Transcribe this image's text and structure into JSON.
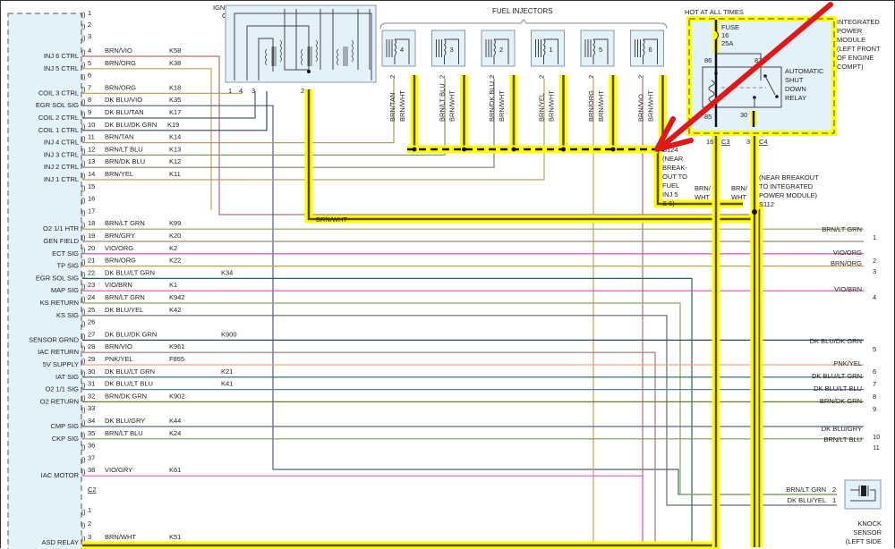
{
  "title": "Engine Control Wiring Diagram - PCM, Ignition Coil, Fuel Injectors, ASD Relay",
  "ignition_coil": {
    "label_line1": "IGNITION",
    "label_line2": "COIL",
    "pins": [
      "1",
      "4",
      "3",
      "2"
    ]
  },
  "fuel_injectors": {
    "label": "FUEL INJECTORS",
    "injectors": [
      {
        "number": "4",
        "pin2_wire": "BRN/TAN",
        "pin1_wire": "BRN/WHT"
      },
      {
        "number": "3",
        "pin2_wire": "BRN/LT BLU",
        "pin1_wire": "BRN/WHT"
      },
      {
        "number": "2",
        "pin2_wire": "BRN/DK BLU",
        "pin1_wire": "BRN/WHT"
      },
      {
        "number": "1",
        "pin2_wire": "BRN/YEL",
        "pin1_wire": "BRN/WHT"
      },
      {
        "number": "5",
        "pin2_wire": "BRN/ORG",
        "pin1_wire": "BRN/WHT"
      },
      {
        "number": "6",
        "pin2_wire": "BRN/VIO",
        "pin1_wire": "BRN/WHT"
      }
    ],
    "pin_label_2": "2",
    "pin_label_1": "1"
  },
  "power_module": {
    "hot_label": "HOT AT ALL TIMES",
    "fuse_lines": [
      "FUSE",
      "16",
      "25A"
    ],
    "module_lines": [
      "INTEGRATED",
      "POWER",
      "MODULE",
      "(LEFT FRONT",
      "OF ENGINE",
      "COMPT)"
    ],
    "relay_lines": [
      "AUTOMATIC",
      "SHUT",
      "DOWN",
      "RELAY"
    ],
    "pins": {
      "p86": "86",
      "p87": "87",
      "p85": "85",
      "p30": "30"
    },
    "connectors": {
      "c3_pin": "16",
      "c3": "C3",
      "c4_pin": "3",
      "c4": "C4"
    }
  },
  "splices": {
    "s124_lines": [
      "S124",
      "(NEAR",
      "BREAK-",
      "OUT TO",
      "FUEL",
      "INJ 5",
      "& 6)"
    ],
    "s112_lines": [
      "(NEAR BREAKOUT",
      "TO INTEGRATED",
      "POWER MODULE)",
      "S112"
    ],
    "brn_wht_a": [
      "BRN/",
      "WHT"
    ],
    "brn_wht_b": [
      "BRN/",
      "WHT"
    ],
    "harness_label": "BRN/WHT"
  },
  "pcm_pins": [
    {
      "pin": "1",
      "func": "",
      "wire": "",
      "circuit": ""
    },
    {
      "pin": "2",
      "func": "",
      "wire": "",
      "circuit": ""
    },
    {
      "pin": "3",
      "func": "",
      "wire": "",
      "circuit": ""
    },
    {
      "pin": "4",
      "func": "INJ 6 CTRL",
      "wire": "BRN/VIO",
      "circuit": "K58"
    },
    {
      "pin": "5",
      "func": "INJ 5 CTRL",
      "wire": "BRN/ORG",
      "circuit": "K38"
    },
    {
      "pin": "6",
      "func": "",
      "wire": "",
      "circuit": ""
    },
    {
      "pin": "7",
      "func": "COIL 3 CTRL",
      "wire": "BRN/ORG",
      "circuit": "K18"
    },
    {
      "pin": "8",
      "func": "EGR SOL SIG",
      "wire": "DK BLU/VIO",
      "circuit": "K35"
    },
    {
      "pin": "9",
      "func": "COIL 2 CTRL",
      "wire": "DK BLU/TAN",
      "circuit": "K17"
    },
    {
      "pin": "10",
      "func": "COIL 1 CTRL",
      "wire": "DK BLU/DK GRN",
      "circuit": "K19"
    },
    {
      "pin": "11",
      "func": "INJ 4 CTRL",
      "wire": "BRN/TAN",
      "circuit": "K14"
    },
    {
      "pin": "12",
      "func": "INJ 3 CTRL",
      "wire": "BRN/LT BLU",
      "circuit": "K13"
    },
    {
      "pin": "13",
      "func": "INJ 2 CTRL",
      "wire": "BRN/DK BLU",
      "circuit": "K12"
    },
    {
      "pin": "14",
      "func": "INJ 1 CTRL",
      "wire": "BRN/YEL",
      "circuit": "K11"
    },
    {
      "pin": "15",
      "func": "",
      "wire": "",
      "circuit": ""
    },
    {
      "pin": "16",
      "func": "",
      "wire": "",
      "circuit": ""
    },
    {
      "pin": "17",
      "func": "",
      "wire": "",
      "circuit": ""
    },
    {
      "pin": "18",
      "func": "O2 1/1 HTR",
      "wire": "BRN/LT GRN",
      "circuit": "K99"
    },
    {
      "pin": "19",
      "func": "GEN FIELD",
      "wire": "BRN/GRY",
      "circuit": "K20"
    },
    {
      "pin": "20",
      "func": "ECT SIG",
      "wire": "VIO/ORG",
      "circuit": "K2"
    },
    {
      "pin": "21",
      "func": "TP SIG",
      "wire": "BRN/ORG",
      "circuit": "K22"
    },
    {
      "pin": "22",
      "func": "EGR SOL SIG",
      "wire": "DK BLU/LT GRN",
      "circuit": "K34"
    },
    {
      "pin": "23",
      "func": "MAP SIG",
      "wire": "VIO/BRN",
      "circuit": "K1"
    },
    {
      "pin": "24",
      "func": "KS RETURN",
      "wire": "BRN/LT GRN",
      "circuit": "K942"
    },
    {
      "pin": "25",
      "func": "KS SIG",
      "wire": "DK BLU/YEL",
      "circuit": "K42"
    },
    {
      "pin": "26",
      "func": "",
      "wire": "",
      "circuit": ""
    },
    {
      "pin": "27",
      "func": "SENSOR GRND",
      "wire": "DK BLU/DK GRN",
      "circuit": "K900"
    },
    {
      "pin": "28",
      "func": "IAC RETURN",
      "wire": "BRN/VIO",
      "circuit": "K961"
    },
    {
      "pin": "29",
      "func": "5V SUPPLY",
      "wire": "PNK/YEL",
      "circuit": "F855"
    },
    {
      "pin": "30",
      "func": "IAT SIG",
      "wire": "DK BLU/LT GRN",
      "circuit": "K21"
    },
    {
      "pin": "31",
      "func": "O2 1/1 SIG",
      "wire": "DK BLU/LT BLU",
      "circuit": "K41"
    },
    {
      "pin": "32",
      "func": "O2 RETURN",
      "wire": "BRN/DK GRN",
      "circuit": "K902"
    },
    {
      "pin": "33",
      "func": "",
      "wire": "",
      "circuit": ""
    },
    {
      "pin": "34",
      "func": "CMP SIG",
      "wire": "DK BLU/GRY",
      "circuit": "K44"
    },
    {
      "pin": "35",
      "func": "CKP SIG",
      "wire": "BRN/LT BLU",
      "circuit": "K24"
    },
    {
      "pin": "36",
      "func": "",
      "wire": "",
      "circuit": ""
    },
    {
      "pin": "37",
      "func": "",
      "wire": "",
      "circuit": ""
    },
    {
      "pin": "38",
      "func": "IAC MOTOR",
      "wire": "VIO/GRY",
      "circuit": "K61"
    }
  ],
  "connector_c2": "C2",
  "pcm_c3_pins": [
    {
      "pin": "1",
      "func": "",
      "wire": "",
      "circuit": ""
    },
    {
      "pin": "2",
      "func": "",
      "wire": "",
      "circuit": ""
    },
    {
      "pin": "3",
      "func": "ASD RELAY",
      "wire": "BRN/WHT",
      "circuit": "K51"
    }
  ],
  "right_outputs": [
    {
      "wire": "BRN/LT GRN",
      "pin": "1"
    },
    {
      "wire": "VIO/ORG",
      "pin": "2"
    },
    {
      "wire": "BRN/ORG",
      "pin": "3"
    },
    {
      "wire": "VIO/BRN",
      "pin": "4"
    },
    {
      "wire": "DK BLU/DK GRN",
      "pin": "5"
    },
    {
      "wire": "PNK/YEL",
      "pin": "6"
    },
    {
      "wire": "DK BLU/LT GRN",
      "pin": "7"
    },
    {
      "wire": "DK BLU/LT BLU",
      "pin": "8"
    },
    {
      "wire": "BRN/DK GRN",
      "pin": "9"
    },
    {
      "wire": "DK BLU/GRY",
      "pin": "10"
    },
    {
      "wire": "BRN/LT BLU",
      "pin": "11"
    }
  ],
  "knock_sensor": {
    "wires": [
      {
        "wire": "BRN/LT GRN",
        "pin": "2"
      },
      {
        "wire": "DK BLU/YEL",
        "pin": "1"
      }
    ],
    "label_lines": [
      "KNOCK",
      "SENSOR",
      "(LEFT SIDE"
    ]
  },
  "annotation": {
    "type": "red-arrow",
    "points_to": "S124"
  },
  "colors": {
    "brn_vio": "#b07070",
    "brn_org": "#c8a050",
    "dk_blu_vio": "#505a80",
    "dk_blu_tan": "#4a5a78",
    "dk_blu_dk_grn": "#2e4a60",
    "brn_tan": "#b09a70",
    "brn_lt_blu": "#7a9a6a",
    "brn_dk_blu": "#8a7a68",
    "brn_yel": "#c0a060",
    "brn_lt_grn": "#88aa55",
    "brn_gry": "#9a8a70",
    "vio_org": "#e040b0",
    "dk_blu_lt_grn": "#2d6060",
    "vio_brn": "#d850c0",
    "dk_blu_yel": "#606a70",
    "pnk_yel": "#f0a880",
    "dk_blu_lt_blu": "#5a80b0",
    "brn_dk_grn": "#6a7a20",
    "dk_blu_gry": "#5a6a88",
    "vio_gry": "#e060d0",
    "highlight": "#ffff00",
    "brn_wht": "#5a4a00",
    "arrow": "#e01818",
    "panel": "#e3f1fb"
  }
}
